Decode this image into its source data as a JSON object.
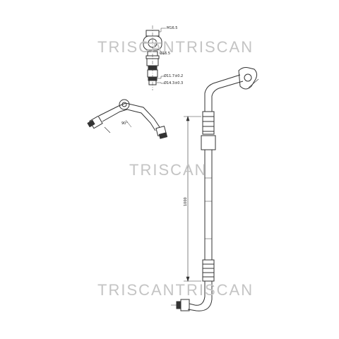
{
  "watermarks": [
    "TRISCANTRISCAN",
    "TRISCAN",
    "TRISCANTRISCAN"
  ],
  "dimensions": {
    "bolt_head": "M16.5",
    "bolt_eye": "Ø16.5",
    "washer_1": "Ø11.7±0.2",
    "washer_2": "Ø14.3±0.3",
    "pipe_length": "1000",
    "bend_angle": "90°"
  },
  "colors": {
    "line": "#333333",
    "watermark": "#c4c4c4"
  }
}
